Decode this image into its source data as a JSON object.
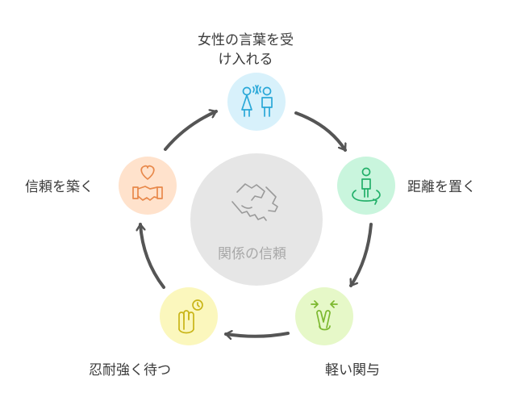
{
  "diagram": {
    "center": {
      "label": "関係の信頼"
    },
    "steps": [
      {
        "line1": "女性の言葉を受",
        "line2": "け入れる",
        "color": "#d8f1fb",
        "icon": "two-people-talking-icon"
      },
      {
        "label": "距離を置く",
        "color": "#c9f5dd",
        "icon": "person-with-orbit-icon"
      },
      {
        "label": "軽い関与",
        "color": "#e6f8c8",
        "icon": "peace-hand-icon"
      },
      {
        "label": "忍耐強く待つ",
        "color": "#fbf7bd",
        "icon": "hand-with-clock-icon"
      },
      {
        "label": "信頼を築く",
        "color": "#ffe2cc",
        "icon": "handshake-heart-icon"
      }
    ]
  }
}
